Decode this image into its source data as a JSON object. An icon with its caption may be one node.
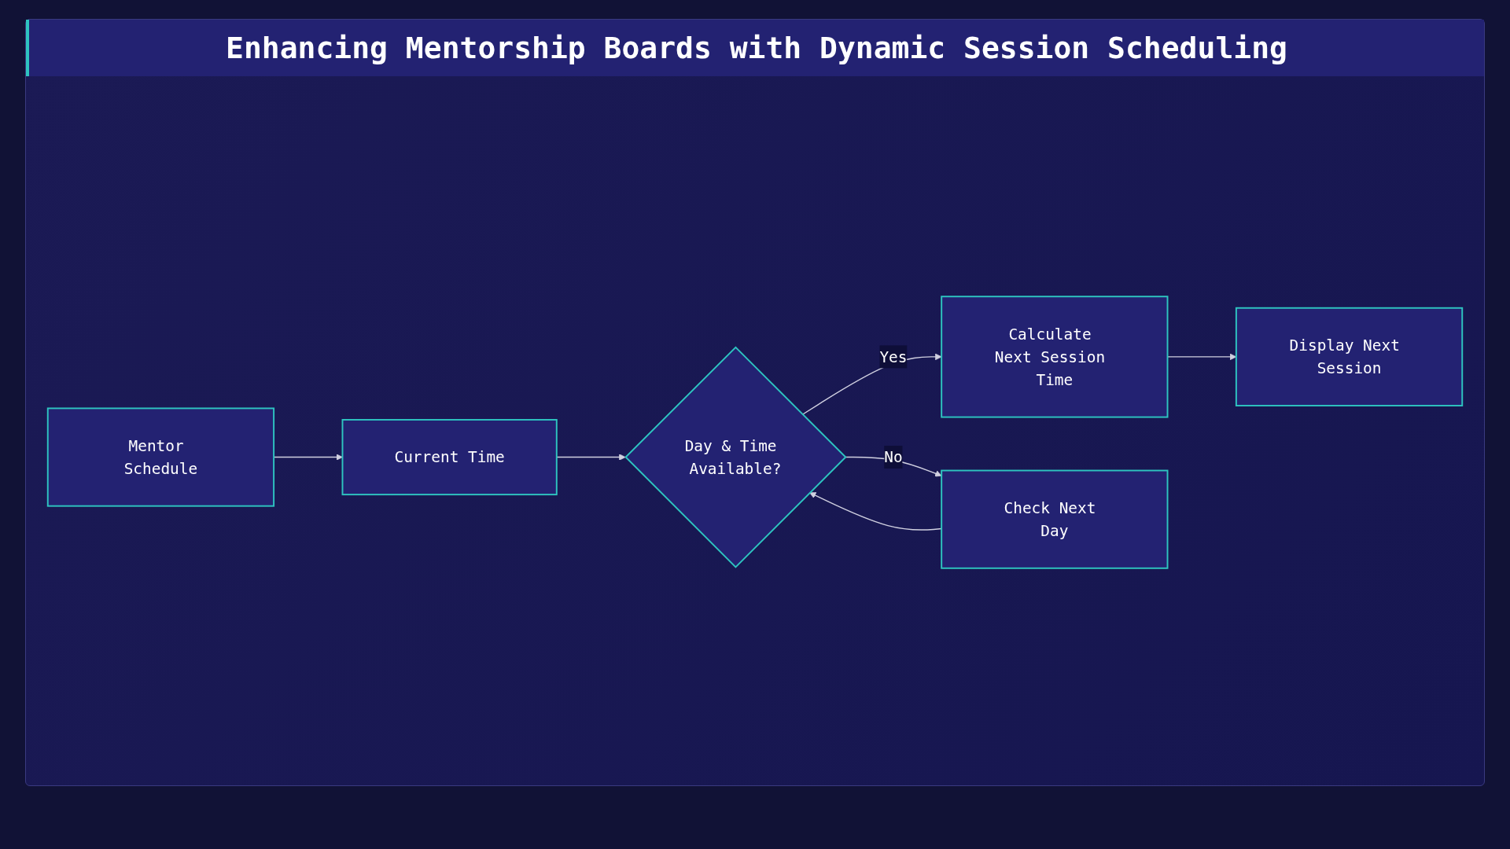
{
  "diagram": {
    "title": "Enhancing Mentorship Boards with Dynamic Session Scheduling",
    "nodes": [
      {
        "text": [
          "Mentor Schedule"
        ]
      },
      {
        "text": [
          "Current Time"
        ]
      },
      {
        "text": [
          "Day & Time Available?"
        ]
      },
      {
        "text": [
          "Calculate Next Session Time"
        ]
      },
      {
        "text": [
          "Display Next Session"
        ]
      },
      {
        "text": [
          "Check Next Day"
        ]
      }
    ],
    "edges": [
      {
        "from": 0,
        "to": 1,
        "arrow": "to"
      },
      {
        "from": 1,
        "to": 2,
        "arrow": "to"
      },
      {
        "from": 2,
        "to": 3,
        "label": "Yes",
        "arrow": "to"
      },
      {
        "from": 3,
        "to": 4,
        "arrow": "to"
      },
      {
        "from": 2,
        "to": 5,
        "label": "No",
        "arrow": "to"
      },
      {
        "from": 5,
        "to": 2,
        "arrow": "to"
      }
    ]
  }
}
